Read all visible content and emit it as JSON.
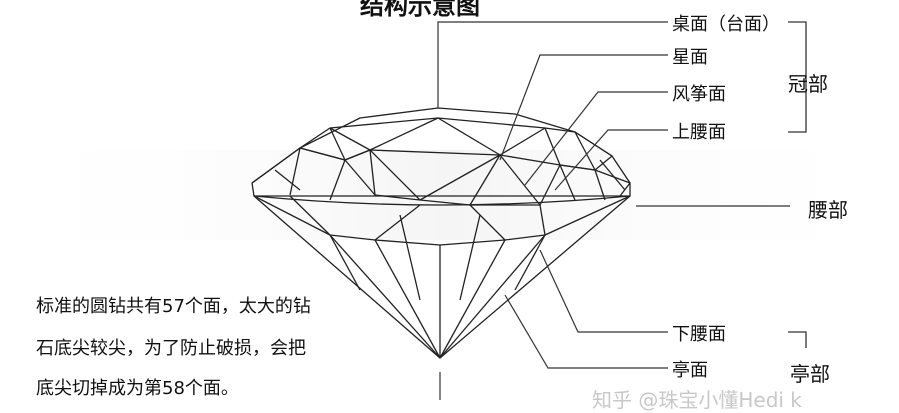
{
  "title": "结构示意图",
  "labels": {
    "table": "桌面（台面）",
    "star": "星面",
    "kite": "风筝面",
    "upper_girdle": "上腰面",
    "lower_girdle": "下腰面",
    "pavilion_main": "亭面"
  },
  "groups": {
    "crown": "冠部",
    "girdle": "腰部",
    "pavilion": "亭部"
  },
  "note_lines": [
    "标准的圆钻共有57个面，太大的钻",
    "石底尖较尖，为了防止破损，会把",
    "底尖切掉成为第58个面。"
  ],
  "watermark": "知乎 @珠宝小懂Hedi k"
}
